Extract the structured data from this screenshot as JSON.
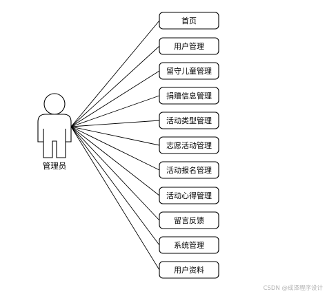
{
  "actor": {
    "label": "管理员"
  },
  "use_cases": [
    {
      "id": "home",
      "label": "首页"
    },
    {
      "id": "user-management",
      "label": "用户管理"
    },
    {
      "id": "left-behind-children-management",
      "label": "留守儿童管理"
    },
    {
      "id": "donation-info-management",
      "label": "捐赠信息管理"
    },
    {
      "id": "activity-type-management",
      "label": "活动类型管理"
    },
    {
      "id": "volunteer-activity-management",
      "label": "志愿活动管理"
    },
    {
      "id": "activity-registration-management",
      "label": "活动报名管理"
    },
    {
      "id": "activity-experience-management",
      "label": "活动心得管理"
    },
    {
      "id": "feedback",
      "label": "留言反馈"
    },
    {
      "id": "system-management",
      "label": "系统管理"
    },
    {
      "id": "user-profile",
      "label": "用户资料"
    }
  ],
  "watermark": {
    "text": "CSDN @成泽程序设计"
  }
}
